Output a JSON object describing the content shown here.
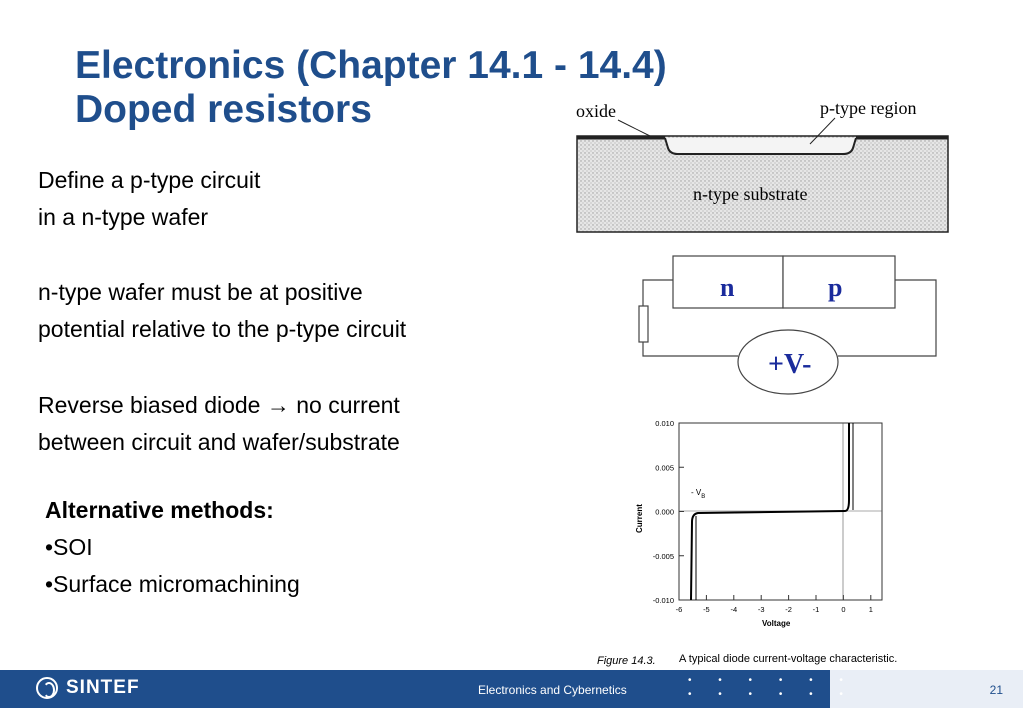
{
  "title": {
    "line1": "Electronics (Chapter 14.1 - 14.4)",
    "line2": "Doped resistors"
  },
  "body": {
    "p1_l1": "Define a p-type circuit",
    "p1_l2": "in a n-type wafer",
    "p2_l1": "n-type wafer must be at positive",
    "p2_l2": "potential relative to the p-type circuit",
    "p3_l1": "Reverse biased diode → no current",
    "p3_l2": "between circuit and wafer/substrate"
  },
  "alt": {
    "heading": "Alternative methods:",
    "items": [
      "•SOI",
      "•Surface micromachining"
    ]
  },
  "cross_section": {
    "oxide": "oxide",
    "p_region": "p-type region",
    "substrate": "n-type substrate"
  },
  "diode_circuit": {
    "n": "n",
    "p": "p",
    "source": "+V-"
  },
  "iv_plot": {
    "ylabel": "Current",
    "xlabel": "Voltage",
    "vb_label": "- V",
    "vb_sub": "B",
    "yticks": [
      "0.010",
      "0.005",
      "0.000",
      "-0.005",
      "-0.010"
    ],
    "xticks": [
      "-6",
      "-5",
      "-4",
      "-3",
      "-2",
      "-1",
      "0",
      "1"
    ],
    "caption_num": "Figure 14.3.",
    "caption": "A typical diode current-voltage characteristic."
  },
  "footer": {
    "logo": "SINTEF",
    "center": "Electronics and Cybernetics",
    "dots_row1": "• • • • • •",
    "dots_row2": "• • • • • •",
    "page": "21"
  }
}
